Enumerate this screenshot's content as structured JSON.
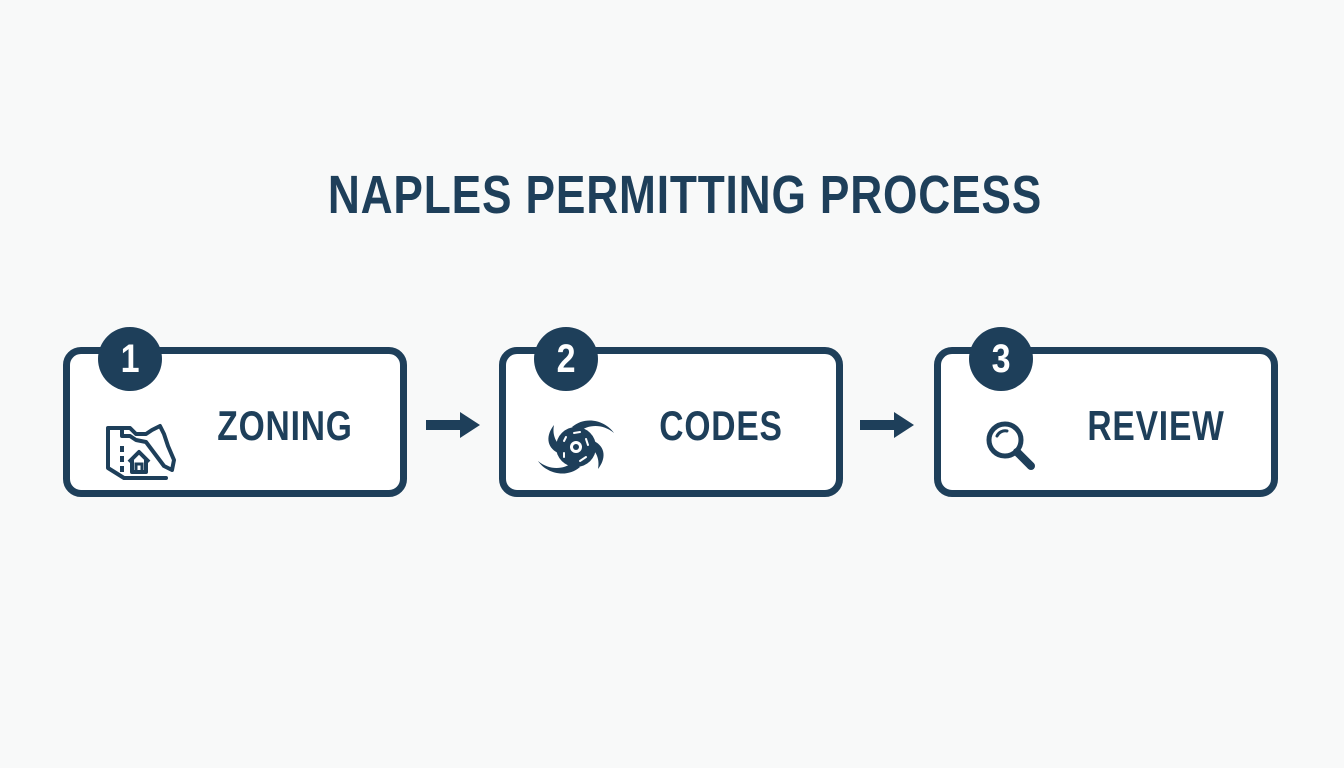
{
  "title": "NAPLES PERMITTING PROCESS",
  "colors": {
    "primary": "#1e3f5a",
    "background": "#f8f9f9",
    "card_fill": "#ffffff"
  },
  "steps": [
    {
      "number": "1",
      "label": "ZONING",
      "icon": "florida-map-house-icon"
    },
    {
      "number": "2",
      "label": "CODES",
      "icon": "hurricane-icon"
    },
    {
      "number": "3",
      "label": "REVIEW",
      "icon": "magnifying-glass-icon"
    }
  ],
  "connectors": [
    {
      "icon": "arrow-right-icon"
    },
    {
      "icon": "arrow-right-icon"
    }
  ]
}
